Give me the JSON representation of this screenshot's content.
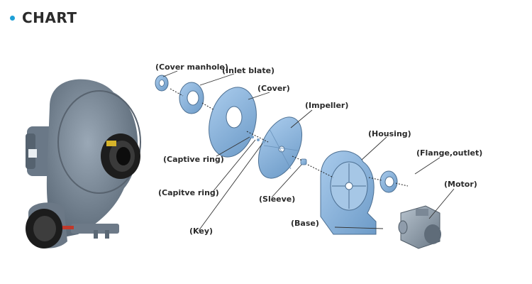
{
  "header": {
    "title": "CHART"
  },
  "labels": {
    "cover_manhole": "(Cover manhole)",
    "inlet_blate": "(Inlet blate)",
    "cover": "(Cover)",
    "impeller": "(Impeller)",
    "housing": "(Housing)",
    "flange_outlet": "(Flange,outlet)",
    "motor": "(Motor)",
    "captive_ring_1": "(Captive ring)",
    "captive_ring_2": "(Capitve ring)",
    "sleeve": "(Sleeve)",
    "base": "(Base)",
    "key": "(Key)"
  },
  "colors": {
    "accent": "#1e9fd6",
    "part_blue": "#8fb7dc",
    "housing_grey": "#7c8b9b"
  }
}
